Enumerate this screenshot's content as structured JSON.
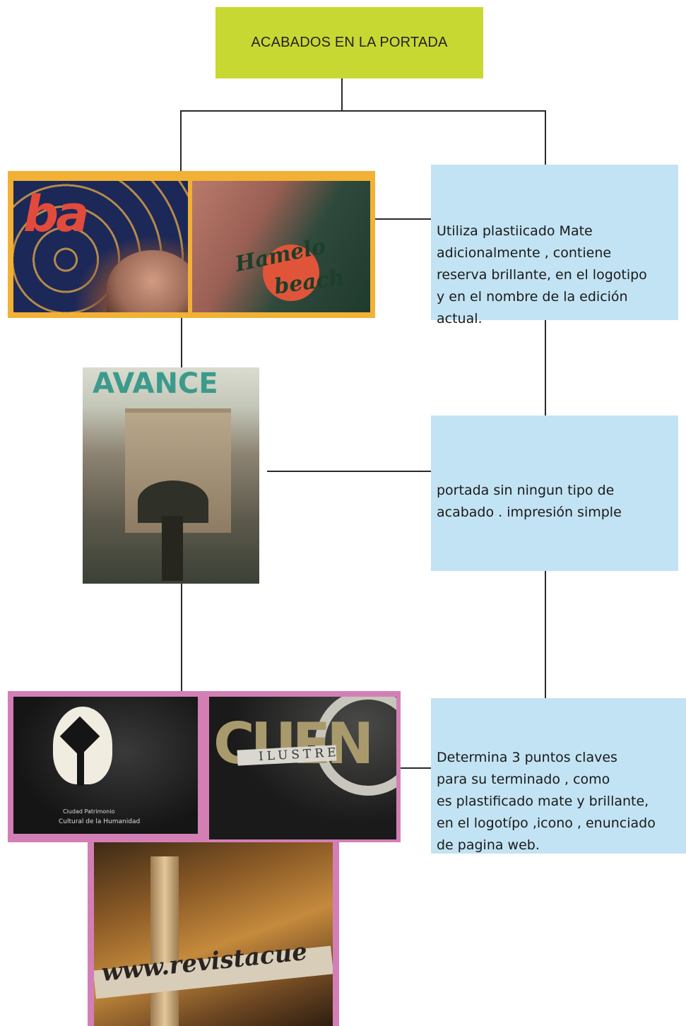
{
  "diagram": {
    "title": "ACABADOS EN LA PORTADA",
    "descriptions": [
      "Utiliza plastiicado Mate\nadicionalmente , contiene\nreserva brillante, en el logotipo\ny en el nombre de la edición\nactual.",
      "portada sin ningun tipo de\nacabado  . impresión simple",
      "Determina 3 puntos claves\npara su terminado , como\nes plastificado mate y brillante,\nen el logotípo ,icono , enunciado\nde pagina web."
    ]
  },
  "photos": {
    "ba_logo": "ba",
    "hamelo_line1": "Hamelo",
    "hamelo_line2": "beach",
    "avance_logo": "AVANCE",
    "cuenca_caption_1": "Ciudad Patrimonio",
    "cuenca_caption_2": "Cultural de la Humanidad",
    "cuenca_logo": "CUEN",
    "cuenca_ilustre": "ILUSTRE",
    "website": "www.revistacue"
  },
  "colors": {
    "title_box": "#c8d832",
    "info_box": "#c2e3f3",
    "frame_orange": "#f2b135",
    "frame_pink": "#d37fb6",
    "connector": "#2a2a2a"
  }
}
